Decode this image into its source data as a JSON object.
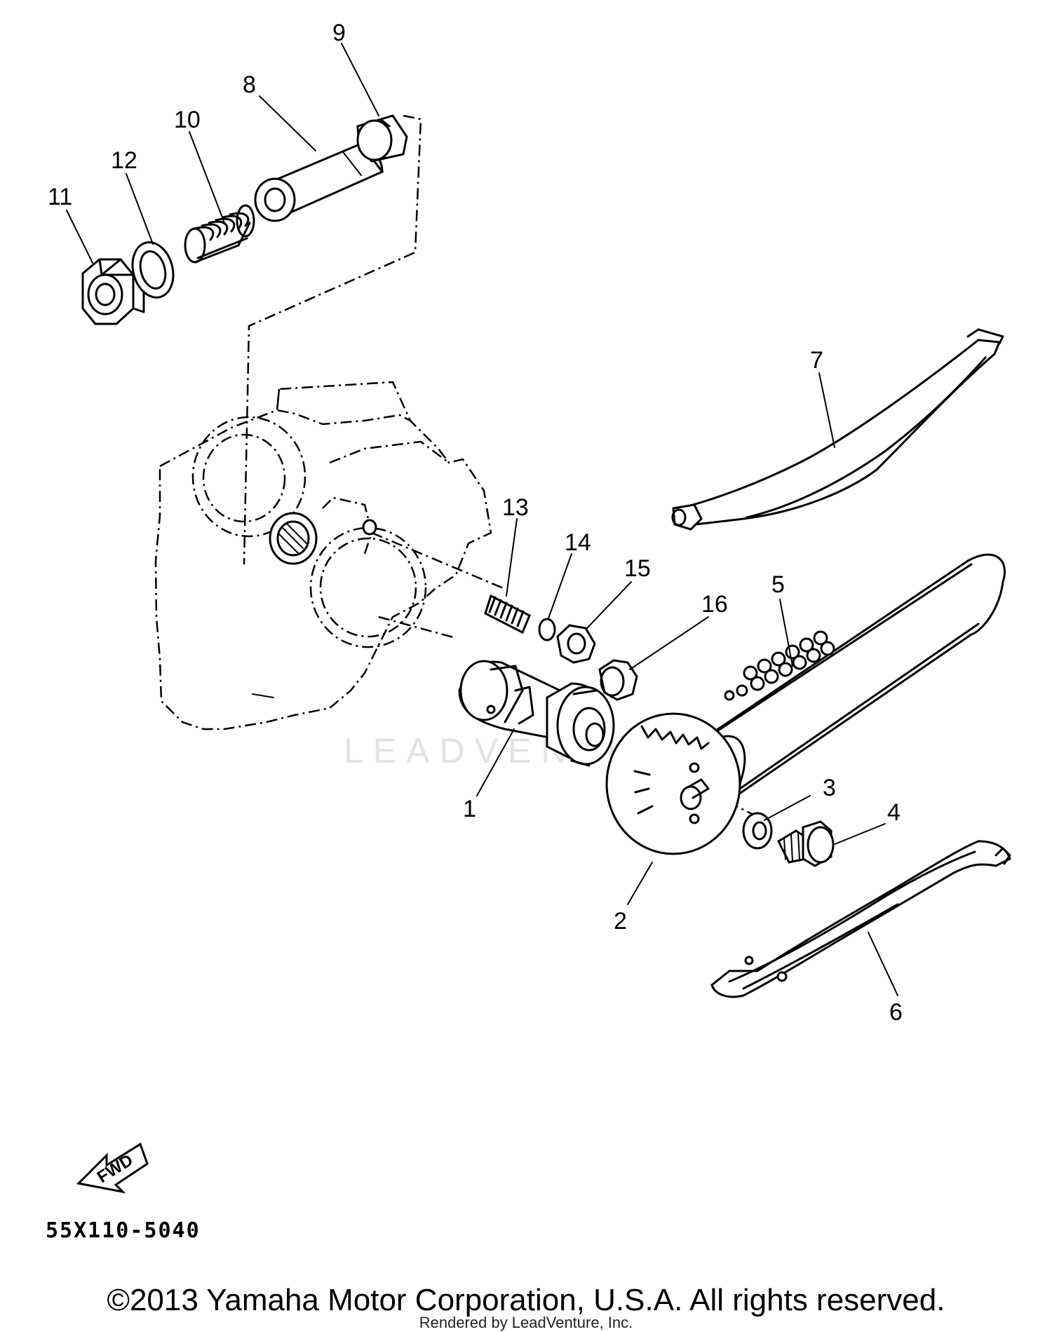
{
  "diagram": {
    "callouts": {
      "c1": "1",
      "c2": "2",
      "c3": "3",
      "c4": "4",
      "c5": "5",
      "c6": "6",
      "c7": "7",
      "c8": "8",
      "c9": "9",
      "c10": "10",
      "c11": "11",
      "c12": "12",
      "c13": "13",
      "c14": "14",
      "c15": "15",
      "c16": "16"
    },
    "fwd_label": "FWD",
    "part_code": "55X110-5040",
    "watermark": "LEADVENTURE"
  },
  "footer": {
    "copyright": "©2013 Yamaha Motor Corporation, U.S.A. All rights reserved.",
    "rendered_by": "Rendered by LeadVenture, Inc."
  }
}
